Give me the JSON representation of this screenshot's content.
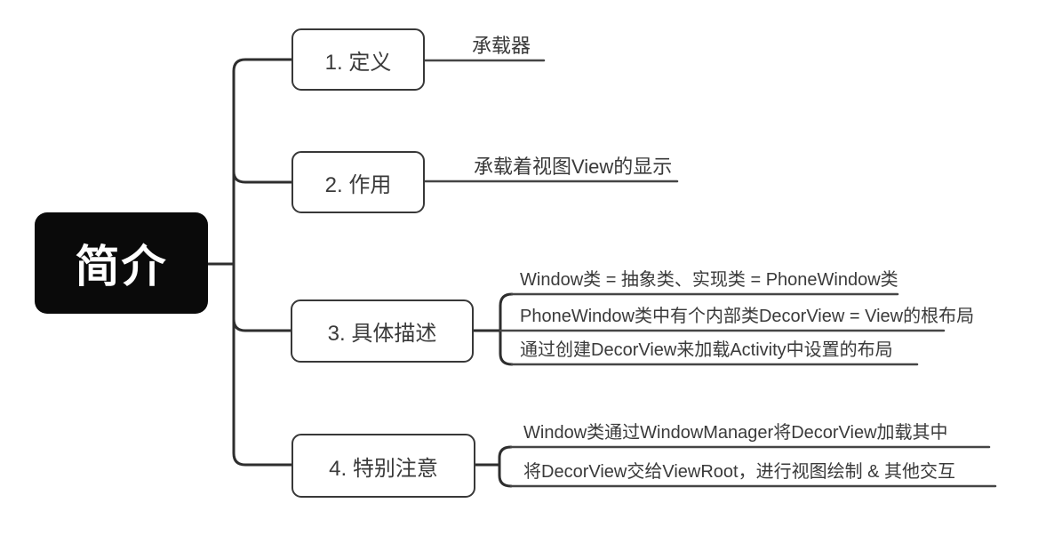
{
  "title": "Window 简介 mindmap",
  "root": {
    "label": "简介"
  },
  "branches": [
    {
      "label": "1. 定义",
      "leaves": [
        "承载器"
      ]
    },
    {
      "label": "2. 作用",
      "leaves": [
        "承载着视图View的显示"
      ]
    },
    {
      "label": "3. 具体描述",
      "leaves": [
        "Window类 = 抽象类、实现类 = PhoneWindow类",
        "PhoneWindow类中有个内部类DecorView = View的根布局",
        "通过创建DecorView来加载Activity中设置的布局"
      ]
    },
    {
      "label": "4. 特别注意",
      "leaves": [
        "Window类通过WindowManager将DecorView加载其中",
        "将DecorView交给ViewRoot，进行视图绘制 & 其他交互"
      ]
    }
  ],
  "colors": {
    "root_bg": "#0a0a0a",
    "root_text": "#ffffff",
    "box_border": "#383838",
    "box_bg": "#ffffff",
    "line": "#2e2e2e",
    "underline": "#454545",
    "text": "#3a3a3a",
    "background": "#ffffff"
  }
}
